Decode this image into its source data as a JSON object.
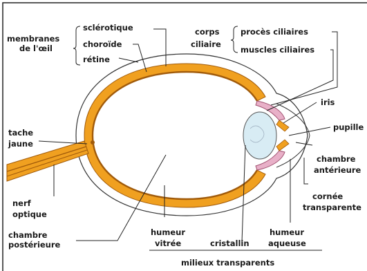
{
  "colors": {
    "choroid": "#f0a020",
    "retina": "#a05a0a",
    "sclera": "#ffffff",
    "lens": "#d8ecf4",
    "ciliary": "#e8b0c8",
    "line": "#222222"
  },
  "labels": {
    "membranes_1": "membranes",
    "membranes_2": "de l'œil",
    "sclerotique": "sclérotique",
    "choroide": "choroïde",
    "retine": "rétine",
    "corps_1": "corps",
    "corps_2": "ciliaire",
    "proces": "procès ciliaires",
    "muscles": "muscles ciliaires",
    "iris": "iris",
    "pupille": "pupille",
    "chambre_ant_1": "chambre",
    "chambre_ant_2": "antérieure",
    "cornee_1": "cornée",
    "cornee_2": "transparente",
    "tache_1": "tache",
    "tache_2": "jaune",
    "nerf_1": "nerf",
    "nerf_2": "optique",
    "chambre_post_1": "chambre",
    "chambre_post_2": "postérieure",
    "humeur_vitree_1": "humeur",
    "humeur_vitree_2": "vitrée",
    "cristallin": "cristallin",
    "humeur_aqueuse_1": "humeur",
    "humeur_aqueuse_2": "aqueuse",
    "milieux": "milieux transparents"
  }
}
